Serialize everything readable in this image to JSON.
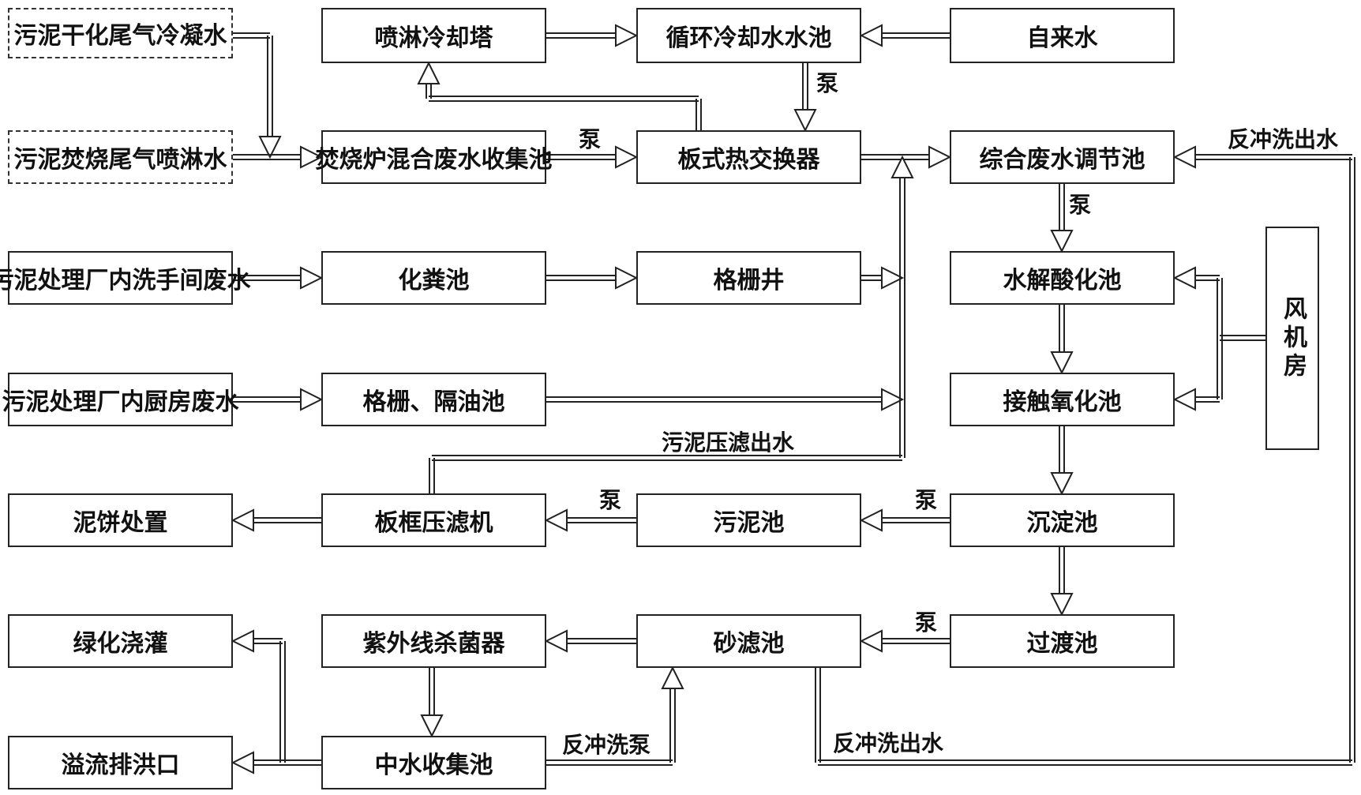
{
  "nodes": {
    "n1": "污泥干化尾气冷凝水",
    "n2": "污泥焚烧尾气喷淋水",
    "n3": "污泥处理厂内洗手间废水",
    "n4": "污泥处理厂内厨房废水",
    "n5": "泥饼处置",
    "n6": "绿化浇灌",
    "n7": "溢流排洪口",
    "n8": "喷淋冷却塔",
    "n9": "焚烧炉混合废水收集池",
    "n10": "化粪池",
    "n11": "格栅、隔油池",
    "n12": "板框压滤机",
    "n13": "紫外线杀菌器",
    "n14": "中水收集池",
    "n15": "循环冷却水水池",
    "n16": "板式热交换器",
    "n17": "格栅井",
    "n18": "污泥池",
    "n19": "砂滤池",
    "n20": "自来水",
    "n21": "综合废水调节池",
    "n22": "水解酸化池",
    "n23": "接触氧化池",
    "n24": "沉淀池",
    "n25": "过渡池",
    "n26": "风机房"
  },
  "labels": {
    "pump1": "泵",
    "pump2": "泵",
    "pump3": "泵",
    "pump4": "泵",
    "pump5": "泵",
    "pump6": "泵",
    "backwash_out_top": "反冲洗出水",
    "sludge_filtrate": "污泥压滤出水",
    "backwash_pump": "反冲洗泵",
    "backwash_out_bottom": "反冲洗出水"
  }
}
